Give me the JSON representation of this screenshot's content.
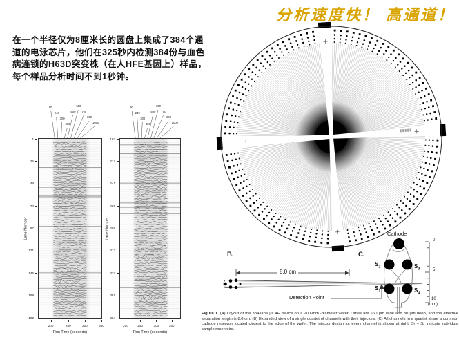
{
  "slogan": {
    "text": "分析速度快！ 高通道！",
    "color": "#D9A300"
  },
  "intro": {
    "lines": [
      "在一个半径仅为8厘米长的圆盘上集成了384个通",
      "道的电泳芯片，他们在325秒内检测384份与血色",
      "病连锁的H63D突变株（在人HFE基因上）样品，",
      "每个样品分析时间不到1秒钟。"
    ]
  },
  "gels": {
    "ylabel": "Lane Number",
    "xlabel": "Run Time (seconds)",
    "x_ticks": [
      "200",
      "250",
      "300",
      "350"
    ],
    "size_ladder": [
      "90",
      "240",
      "300",
      "400",
      "500",
      "600",
      "700",
      "800",
      "1000"
    ],
    "left_y_ticks": [
      "1",
      "25",
      "49",
      "73",
      "97",
      "121",
      "145",
      "169",
      "192"
    ],
    "right_y_ticks": [
      "193",
      "217",
      "241",
      "265",
      "289",
      "313",
      "337",
      "361",
      "384"
    ]
  },
  "panel_b": {
    "label": "B.",
    "dimension": "8.0 cm",
    "detection_label": "Detection Point"
  },
  "panel_c": {
    "label": "C.",
    "cathode_label": "Cathode",
    "s": [
      {
        "base": "S",
        "sub": "2"
      },
      {
        "base": "S",
        "sub": "3"
      },
      {
        "base": "S",
        "sub": "1"
      },
      {
        "base": "S",
        "sub": "4"
      }
    ],
    "scale_ticks": [
      "0",
      "5",
      "10"
    ],
    "scale_unit": "(mm)"
  },
  "caption": {
    "prefix": "Figure 1.",
    "body": " (A) Layout of the 384-lane µCAE device on a 200-mm -diameter wafer. Lanes are ~60 µm wide and 30 µm deep, and the effective separation length is 8.0 cm. (B) Expanded view of a single quartet of channels with their injectors. (C) All channels in a quartet share a common cathode reservoir located closest to the edge of the wafer. The injector design for every channel is shown at right. S₁ – S₄ indicate individual sample reservoirs."
  }
}
